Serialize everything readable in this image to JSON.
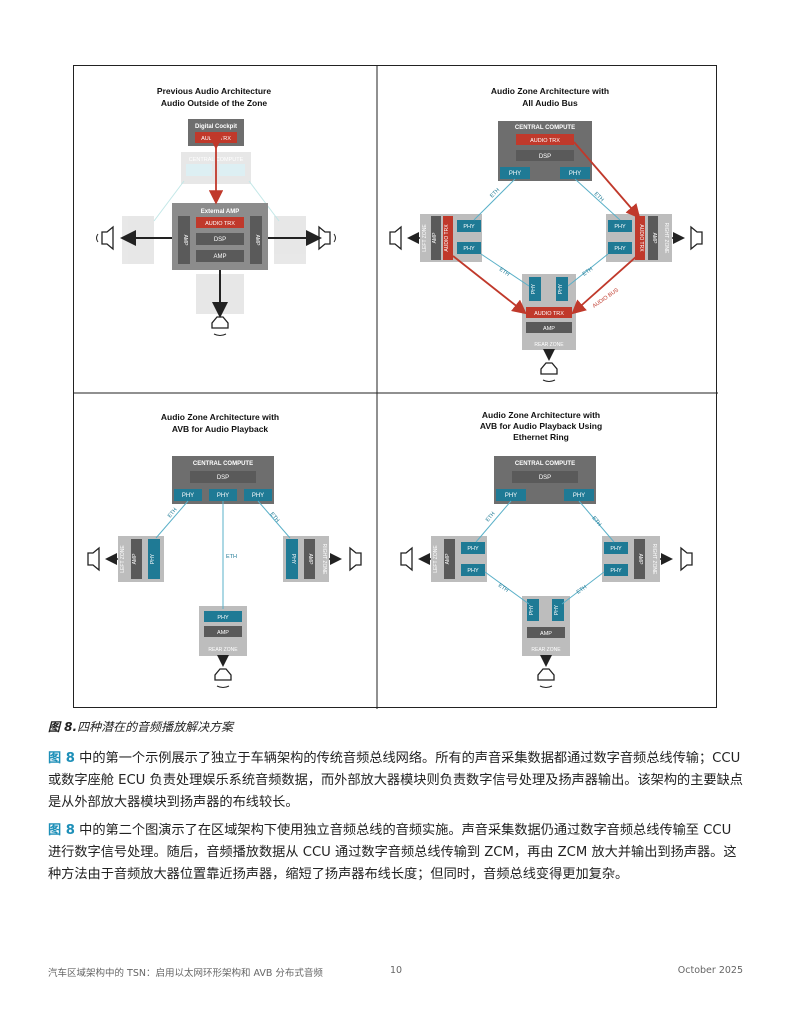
{
  "figure": {
    "panels": [
      {
        "title_line1": "Previous Audio Architecture",
        "title_line2": "Audio Outside of the Zone"
      },
      {
        "title_line1": "Audio Zone Architecture with",
        "title_line2": "All Audio Bus"
      },
      {
        "title_line1": "Audio Zone Architecture with",
        "title_line2": "AVB for Audio Playback"
      },
      {
        "title_line1": "Audio Zone Architecture with",
        "title_line2": "AVB for Audio Playback Using",
        "title_line3": "Ethernet Ring"
      }
    ],
    "labels": {
      "digital_cockpit": "Digital Cockpit",
      "audio_trx": "AUDIO TRX",
      "central_compute": "CENTRAL COMPUTE",
      "phy": "PHY",
      "external_amp": "External AMP",
      "amp": "AMP",
      "dsp": "DSP",
      "eth": "ETH",
      "left_zone": "LEFT ZONE",
      "right_zone": "RIGHT ZONE",
      "rear_zone": "REAR ZONE",
      "audio_bus": "AUDIO BUS"
    },
    "colors": {
      "dark_gray": "#5a5a5a",
      "mid_gray": "#8c8c8c",
      "zone_gray": "#bdbdbd",
      "teal": "#1f7a95",
      "red": "#c0392b"
    }
  },
  "caption": {
    "label": "图 8.",
    "text": "四种潜在的音频播放解决方案"
  },
  "paragraph1": {
    "ref": "图 8",
    "text": " 中的第一个示例展示了独立于车辆架构的传统音频总线网络。所有的声音采集数据都通过数字音频总线传输；CCU 或数字座舱 ECU 负责处理娱乐系统音频数据，而外部放大器模块则负责数字信号处理及扬声器输出。该架构的主要缺点是从外部放大器模块到扬声器的布线较长。"
  },
  "paragraph2": {
    "ref": "图 8",
    "text": " 中的第二个图演示了在区域架构下使用独立音频总线的音频实施。声音采集数据仍通过数字音频总线传输至 CCU 进行数字信号处理。随后，音频播放数据从 CCU 通过数字音频总线传输到 ZCM，再由 ZCM 放大并输出到扬声器。这种方法由于音频放大器位置靠近扬声器，缩短了扬声器布线长度；但同时，音频总线变得更加复杂。"
  },
  "footer": {
    "left": "汽车区域架构中的 TSN：启用以太网环形架构和 AVB 分布式音频",
    "page": "10",
    "date": "October 2025"
  }
}
